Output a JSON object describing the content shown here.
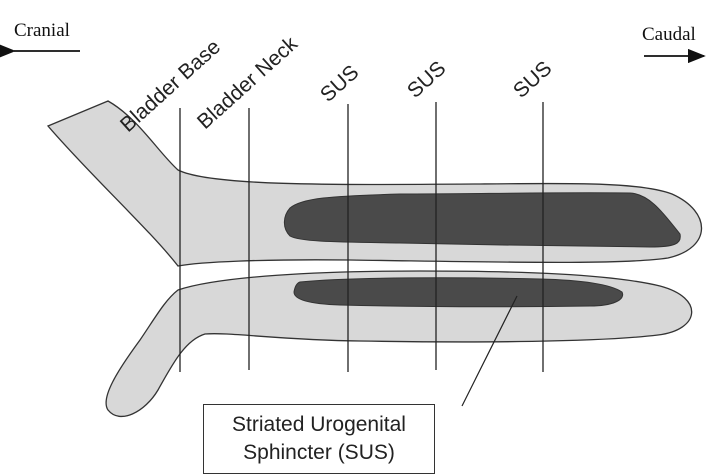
{
  "direction": {
    "left_label": "Cranial",
    "right_label": "Caudal"
  },
  "region_labels": {
    "bladder_base": "Bladder Base",
    "bladder_neck": "Bladder Neck",
    "sus_1": "SUS",
    "sus_2": "SUS",
    "sus_3": "SUS"
  },
  "callout": {
    "line1": "Striated Urogenital",
    "line2": "Sphincter (SUS)"
  },
  "colors": {
    "tissue": "#d8d8d8",
    "sphincter": "#4a4a4a",
    "outline": "#333333"
  }
}
